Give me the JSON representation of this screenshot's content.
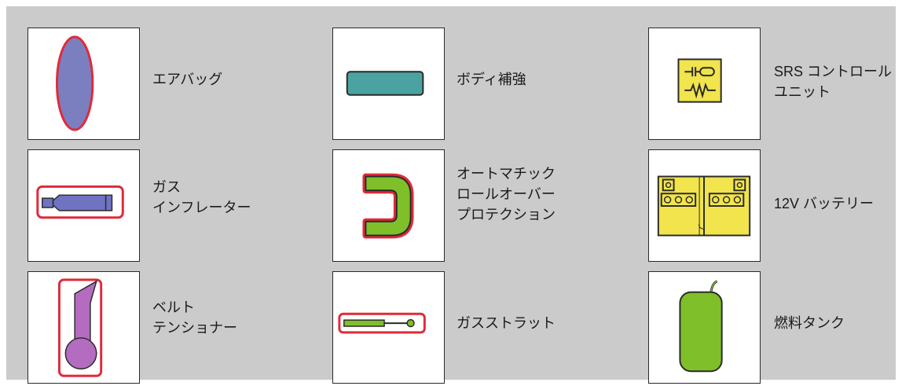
{
  "colors": {
    "background": "#cbcbcb",
    "airbag_fill": "#7b7fc0",
    "outline_red": "#e02a3a",
    "teal": "#4aa3a0",
    "green": "#7fbf2a",
    "purple": "#b46cc0",
    "yellow": "#f1e44c",
    "blue_purple": "#6f73c2"
  },
  "items": [
    {
      "icon": "airbag-icon",
      "lines": [
        "エアバッグ"
      ]
    },
    {
      "icon": "body-reinforcement-icon",
      "lines": [
        "ボディ補強"
      ]
    },
    {
      "icon": "srs-control-unit-icon",
      "lines": [
        "SRS コントロール",
        "ユニット"
      ]
    },
    {
      "icon": "gas-inflator-icon",
      "lines": [
        "ガス",
        "インフレーター"
      ]
    },
    {
      "icon": "automatic-rollover-protection-icon",
      "lines": [
        "オートマチック",
        "ロールオーバー",
        "プロテクション"
      ]
    },
    {
      "icon": "battery-12v-icon",
      "lines": [
        "12V バッテリー"
      ]
    },
    {
      "icon": "belt-tensioner-icon",
      "lines": [
        "ベルト",
        "テンショナー"
      ]
    },
    {
      "icon": "gas-strut-icon",
      "lines": [
        "ガスストラット"
      ]
    },
    {
      "icon": "fuel-tank-icon",
      "lines": [
        "燃料タンク"
      ]
    }
  ]
}
